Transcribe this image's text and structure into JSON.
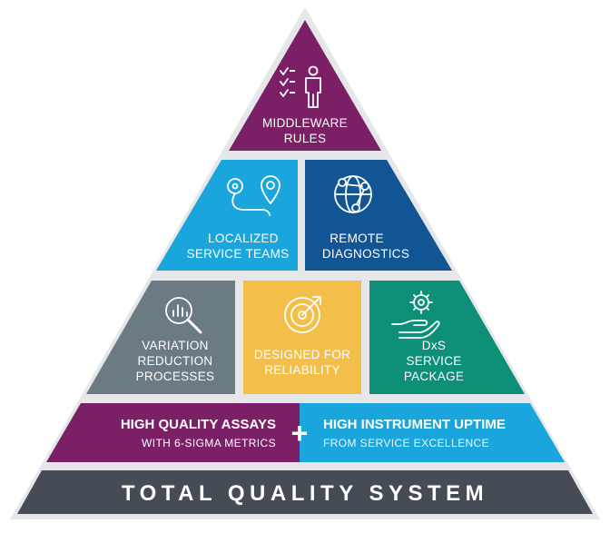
{
  "pyramid": {
    "top": {
      "lines": [
        "MIDDLEWARE",
        "RULES"
      ],
      "icon": "checklist-person-icon",
      "color": "#7b1f66"
    },
    "row2": [
      {
        "lines": [
          "LOCALIZED",
          "SERVICE TEAMS"
        ],
        "icon": "map-pin-route-icon",
        "color": "#1aa6dd"
      },
      {
        "lines": [
          "REMOTE",
          "DIAGNOSTICS"
        ],
        "icon": "network-globe-icon",
        "color": "#125595"
      }
    ],
    "row3": [
      {
        "lines": [
          "VARIATION",
          "REDUCTION",
          "PROCESSES"
        ],
        "icon": "magnifier-chart-icon",
        "color": "#6c7a84"
      },
      {
        "lines": [
          "DESIGNED FOR",
          "RELIABILITY"
        ],
        "icon": "target-arrow-icon",
        "color": "#f4bf49"
      },
      {
        "lines": [
          "DxS",
          "SERVICE",
          "PACKAGE"
        ],
        "icon": "hand-gear-icon",
        "color": "#0d8f78"
      }
    ],
    "band": {
      "left_title": "HIGH QUALITY ASSAYS",
      "left_sub": "WITH 6-SIGMA METRICS",
      "plus": "+",
      "right_title": "HIGH INSTRUMENT UPTIME",
      "right_sub": "FROM SERVICE EXCELLENCE",
      "left_color": "#7b1f66",
      "right_color": "#1aa6dd"
    },
    "base": {
      "label": "TOTAL QUALITY SYSTEM",
      "color": "#454c55"
    }
  }
}
